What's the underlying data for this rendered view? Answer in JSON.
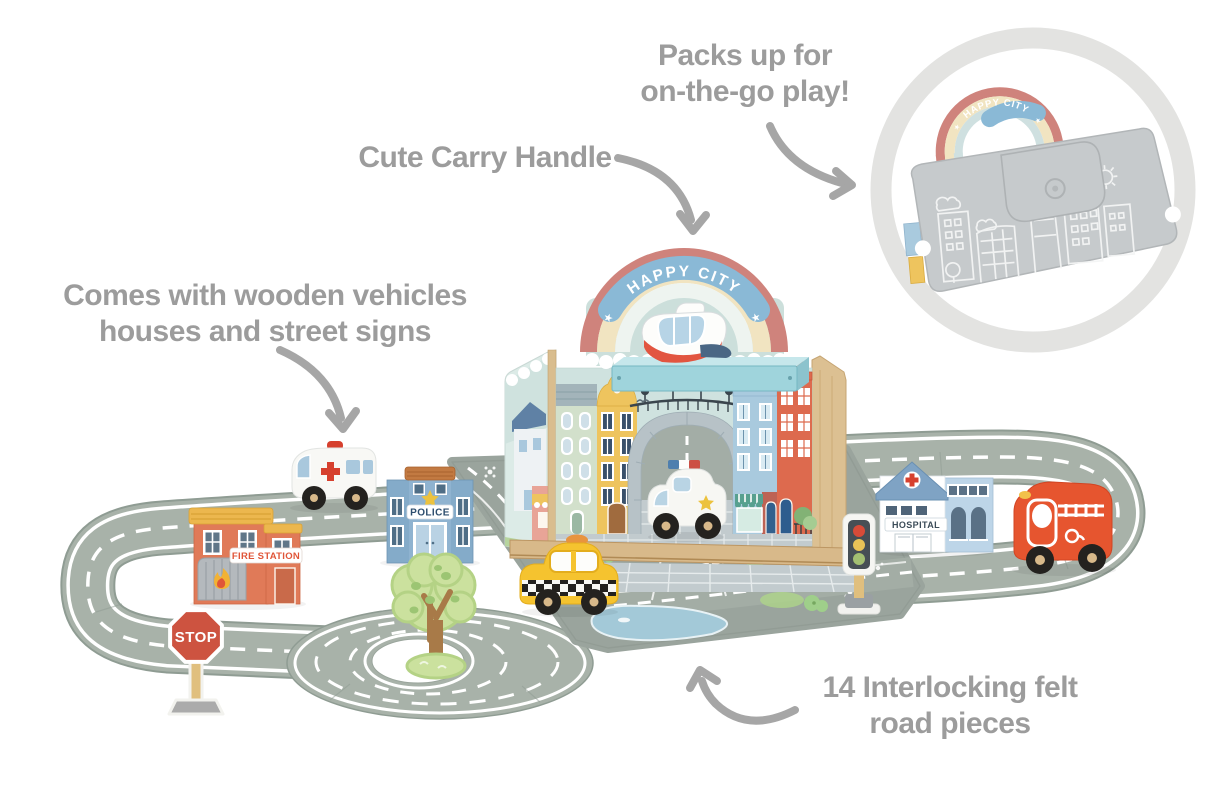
{
  "callouts": {
    "packs_up": {
      "line1": "Packs up for",
      "line2": "on-the-go play!"
    },
    "carry_handle": {
      "label": "Cute Carry Handle"
    },
    "contents": {
      "line1": "Comes with wooden vehicles",
      "line2": "houses and street signs"
    },
    "road_pieces": {
      "line1": "14 Interlocking felt",
      "line2": "road pieces"
    }
  },
  "playset": {
    "arch_banner": "HAPPY CITY",
    "case_banner": "HAPPY CITY",
    "buildings": {
      "police": "POLICE",
      "fire_station": "FIRE STATION",
      "hospital": "HOSPITAL"
    },
    "signs": {
      "stop": "STOP"
    }
  },
  "decor": {
    "star": "★"
  },
  "colors": {
    "callout_text": "#9c9c9c",
    "arrow": "#a6a6a6",
    "felt_road": "#a8b2a9",
    "city_mat": "#9aa49d",
    "rainbow_red": "#cf837c",
    "rainbow_cream": "#f1e4c1",
    "banner_blue": "#8ab9d6",
    "taxi_yellow": "#f5c32f",
    "fire_truck_red": "#e6552f",
    "stop_sign_red": "#cd5340",
    "carry_case_grey": "#c6cacc"
  },
  "scene_items": [
    "carry-case-inset",
    "rainbow-arch",
    "toy-plane",
    "police-car",
    "taxi",
    "ambulance",
    "fire-truck",
    "fire-station",
    "police-station",
    "hospital",
    "tree",
    "stop-sign",
    "traffic-light",
    "roundabout",
    "felt-road-left-loop",
    "felt-road-right-loop",
    "city-mat"
  ]
}
